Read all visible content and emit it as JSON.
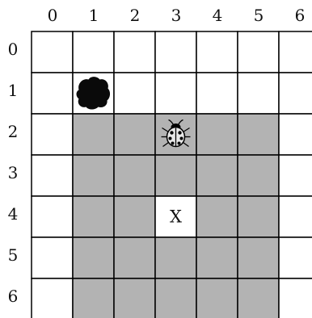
{
  "grid": {
    "columns": [
      "0",
      "1",
      "2",
      "3",
      "4",
      "5",
      "6"
    ],
    "rows": [
      "0",
      "1",
      "2",
      "3",
      "4",
      "5",
      "6"
    ],
    "shaded": [
      [
        2,
        1
      ],
      [
        2,
        2
      ],
      [
        2,
        3
      ],
      [
        2,
        4
      ],
      [
        2,
        5
      ],
      [
        3,
        1
      ],
      [
        3,
        2
      ],
      [
        3,
        3
      ],
      [
        3,
        4
      ],
      [
        3,
        5
      ],
      [
        4,
        1
      ],
      [
        4,
        2
      ],
      [
        4,
        4
      ],
      [
        4,
        5
      ],
      [
        5,
        1
      ],
      [
        5,
        2
      ],
      [
        5,
        3
      ],
      [
        5,
        4
      ],
      [
        5,
        5
      ],
      [
        6,
        1
      ],
      [
        6,
        2
      ],
      [
        6,
        3
      ],
      [
        6,
        4
      ],
      [
        6,
        5
      ]
    ],
    "colors": {
      "shade": "#b3b3b3",
      "empty": "#ffffff",
      "line": "#000000"
    }
  },
  "pieces": {
    "rock": {
      "row": 1,
      "col": 1,
      "icon": "rock-icon"
    },
    "bug": {
      "row": 2,
      "col": 3,
      "icon": "ladybug-icon"
    },
    "target": {
      "row": 4,
      "col": 3,
      "label": "X"
    }
  }
}
